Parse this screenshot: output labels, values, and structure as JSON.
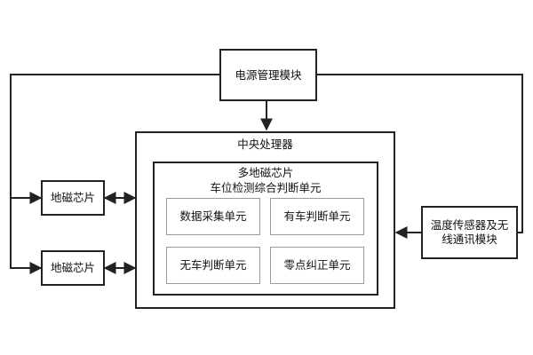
{
  "diagram": {
    "power_module": "电源管理模块",
    "cpu_title": "中央处理器",
    "inner_title_line1": "多地磁芯片",
    "inner_title_line2": "车位检测综合判断单元",
    "units": {
      "data_collection": "数据采集单元",
      "has_car": "有车判断单元",
      "no_car": "无车判断单元",
      "zero_correction": "零点纠正单元"
    },
    "sensor_top": "地磁芯片",
    "sensor_bottom": "地磁芯片",
    "temp_module_line1": "温度传感器及无",
    "temp_module_line2": "线通讯模块"
  }
}
